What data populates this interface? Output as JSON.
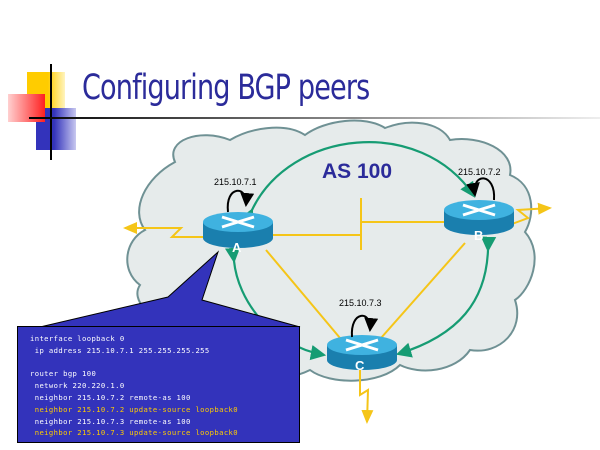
{
  "slide": {
    "title": "Configuring BGP peers"
  },
  "diagram": {
    "as_label": "AS 100",
    "routers": [
      {
        "name": "A",
        "loopback": "215.10.7.1"
      },
      {
        "name": "B",
        "loopback": "215.10.7.2"
      },
      {
        "name": "C",
        "loopback": "215.10.7.3"
      }
    ],
    "colors": {
      "cloud_fill": "#e6ebeb",
      "cloud_stroke": "#6f9194",
      "physical_link": "#f5c518",
      "ibgp_session": "#169c73",
      "router_top": "#3fb2e0",
      "router_side": "#1a7fae",
      "callout": "#3333bb",
      "title": "#2b2b9a"
    }
  },
  "config": {
    "lines": [
      {
        "text": "interface loopback 0",
        "highlight": false
      },
      {
        "text": " ip address 215.10.7.1 255.255.255.255",
        "highlight": false
      },
      {
        "text": "",
        "highlight": false
      },
      {
        "text": "router bgp 100",
        "highlight": false
      },
      {
        "text": " network 220.220.1.0",
        "highlight": false
      },
      {
        "text": " neighbor 215.10.7.2 remote-as 100",
        "highlight": false
      },
      {
        "text": " neighbor 215.10.7.2 update-source loopback0",
        "highlight": true
      },
      {
        "text": " neighbor 215.10.7.3 remote-as 100",
        "highlight": false
      },
      {
        "text": " neighbor 215.10.7.3 update-source loopback0",
        "highlight": true
      }
    ]
  }
}
